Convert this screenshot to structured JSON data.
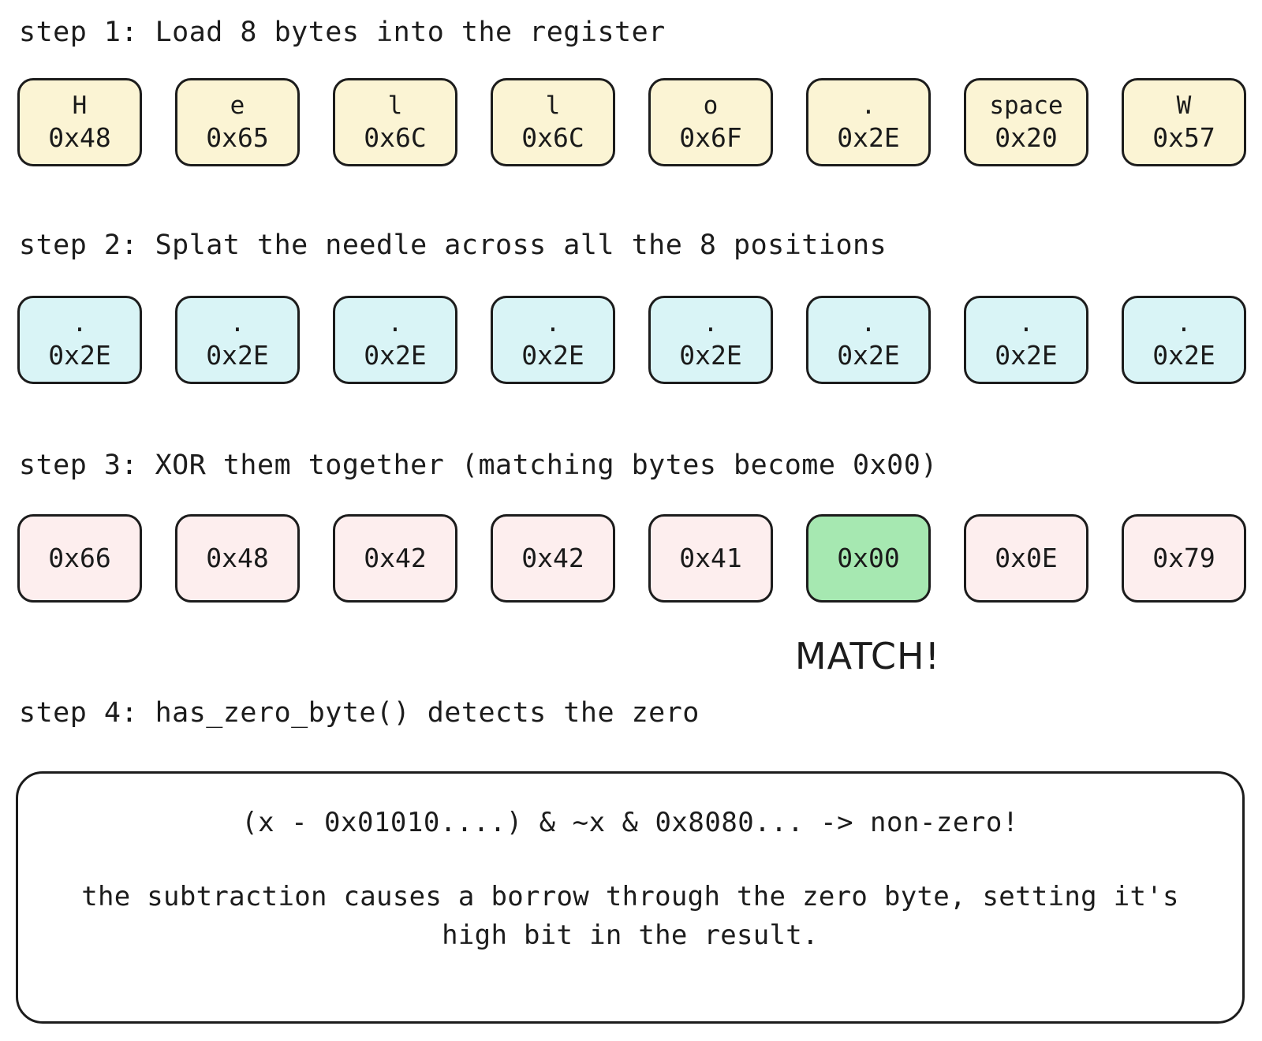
{
  "steps": {
    "step1": {
      "label": "step 1: Load 8 bytes into the register",
      "cells": [
        {
          "ch": "H",
          "hex": "0x48",
          "color": "cream",
          "highlight": false
        },
        {
          "ch": "e",
          "hex": "0x65",
          "color": "cream",
          "highlight": false
        },
        {
          "ch": "l",
          "hex": "0x6C",
          "color": "cream",
          "highlight": false
        },
        {
          "ch": "l",
          "hex": "0x6C",
          "color": "cream",
          "highlight": false
        },
        {
          "ch": "o",
          "hex": "0x6F",
          "color": "cream",
          "highlight": false
        },
        {
          "ch": ".",
          "hex": "0x2E",
          "color": "cream",
          "highlight": false
        },
        {
          "ch": "space",
          "hex": "0x20",
          "color": "cream",
          "highlight": false
        },
        {
          "ch": "W",
          "hex": "0x57",
          "color": "cream",
          "highlight": false
        }
      ]
    },
    "step2": {
      "label": "step 2: Splat the needle across all the 8 positions",
      "cells": [
        {
          "ch": ".",
          "hex": "0x2E",
          "color": "blue",
          "highlight": false
        },
        {
          "ch": ".",
          "hex": "0x2E",
          "color": "blue",
          "highlight": false
        },
        {
          "ch": ".",
          "hex": "0x2E",
          "color": "blue",
          "highlight": false
        },
        {
          "ch": ".",
          "hex": "0x2E",
          "color": "blue",
          "highlight": false
        },
        {
          "ch": ".",
          "hex": "0x2E",
          "color": "blue",
          "highlight": false
        },
        {
          "ch": ".",
          "hex": "0x2E",
          "color": "blue",
          "highlight": false
        },
        {
          "ch": ".",
          "hex": "0x2E",
          "color": "blue",
          "highlight": false
        },
        {
          "ch": ".",
          "hex": "0x2E",
          "color": "blue",
          "highlight": false
        }
      ]
    },
    "step3": {
      "label": "step 3: XOR them together (matching bytes become 0x00)",
      "cells": [
        {
          "ch": "",
          "hex": "0x66",
          "color": "pink",
          "highlight": false
        },
        {
          "ch": "",
          "hex": "0x48",
          "color": "pink",
          "highlight": false
        },
        {
          "ch": "",
          "hex": "0x42",
          "color": "pink",
          "highlight": false
        },
        {
          "ch": "",
          "hex": "0x42",
          "color": "pink",
          "highlight": false
        },
        {
          "ch": "",
          "hex": "0x41",
          "color": "pink",
          "highlight": false
        },
        {
          "ch": "",
          "hex": "0x00",
          "color": "green",
          "highlight": true
        },
        {
          "ch": "",
          "hex": "0x0E",
          "color": "pink",
          "highlight": false
        },
        {
          "ch": "",
          "hex": "0x79",
          "color": "pink",
          "highlight": false
        }
      ]
    },
    "step4": {
      "label": "step 4: has_zero_byte() detects the zero"
    }
  },
  "match_annotation": "MATCH!",
  "explanation": {
    "formula": "(x - 0x01010....) & ~x & 0x8080... -> non-zero!",
    "note": "the subtraction causes a borrow through the zero byte, setting it's high bit in the result."
  },
  "colors": {
    "cream": "#FBF4D4",
    "blue": "#D9F4F6",
    "pink": "#FDEEEE",
    "green": "#A6E8B1",
    "outline": "#1C1C1C",
    "background": "#FFFFFF"
  }
}
